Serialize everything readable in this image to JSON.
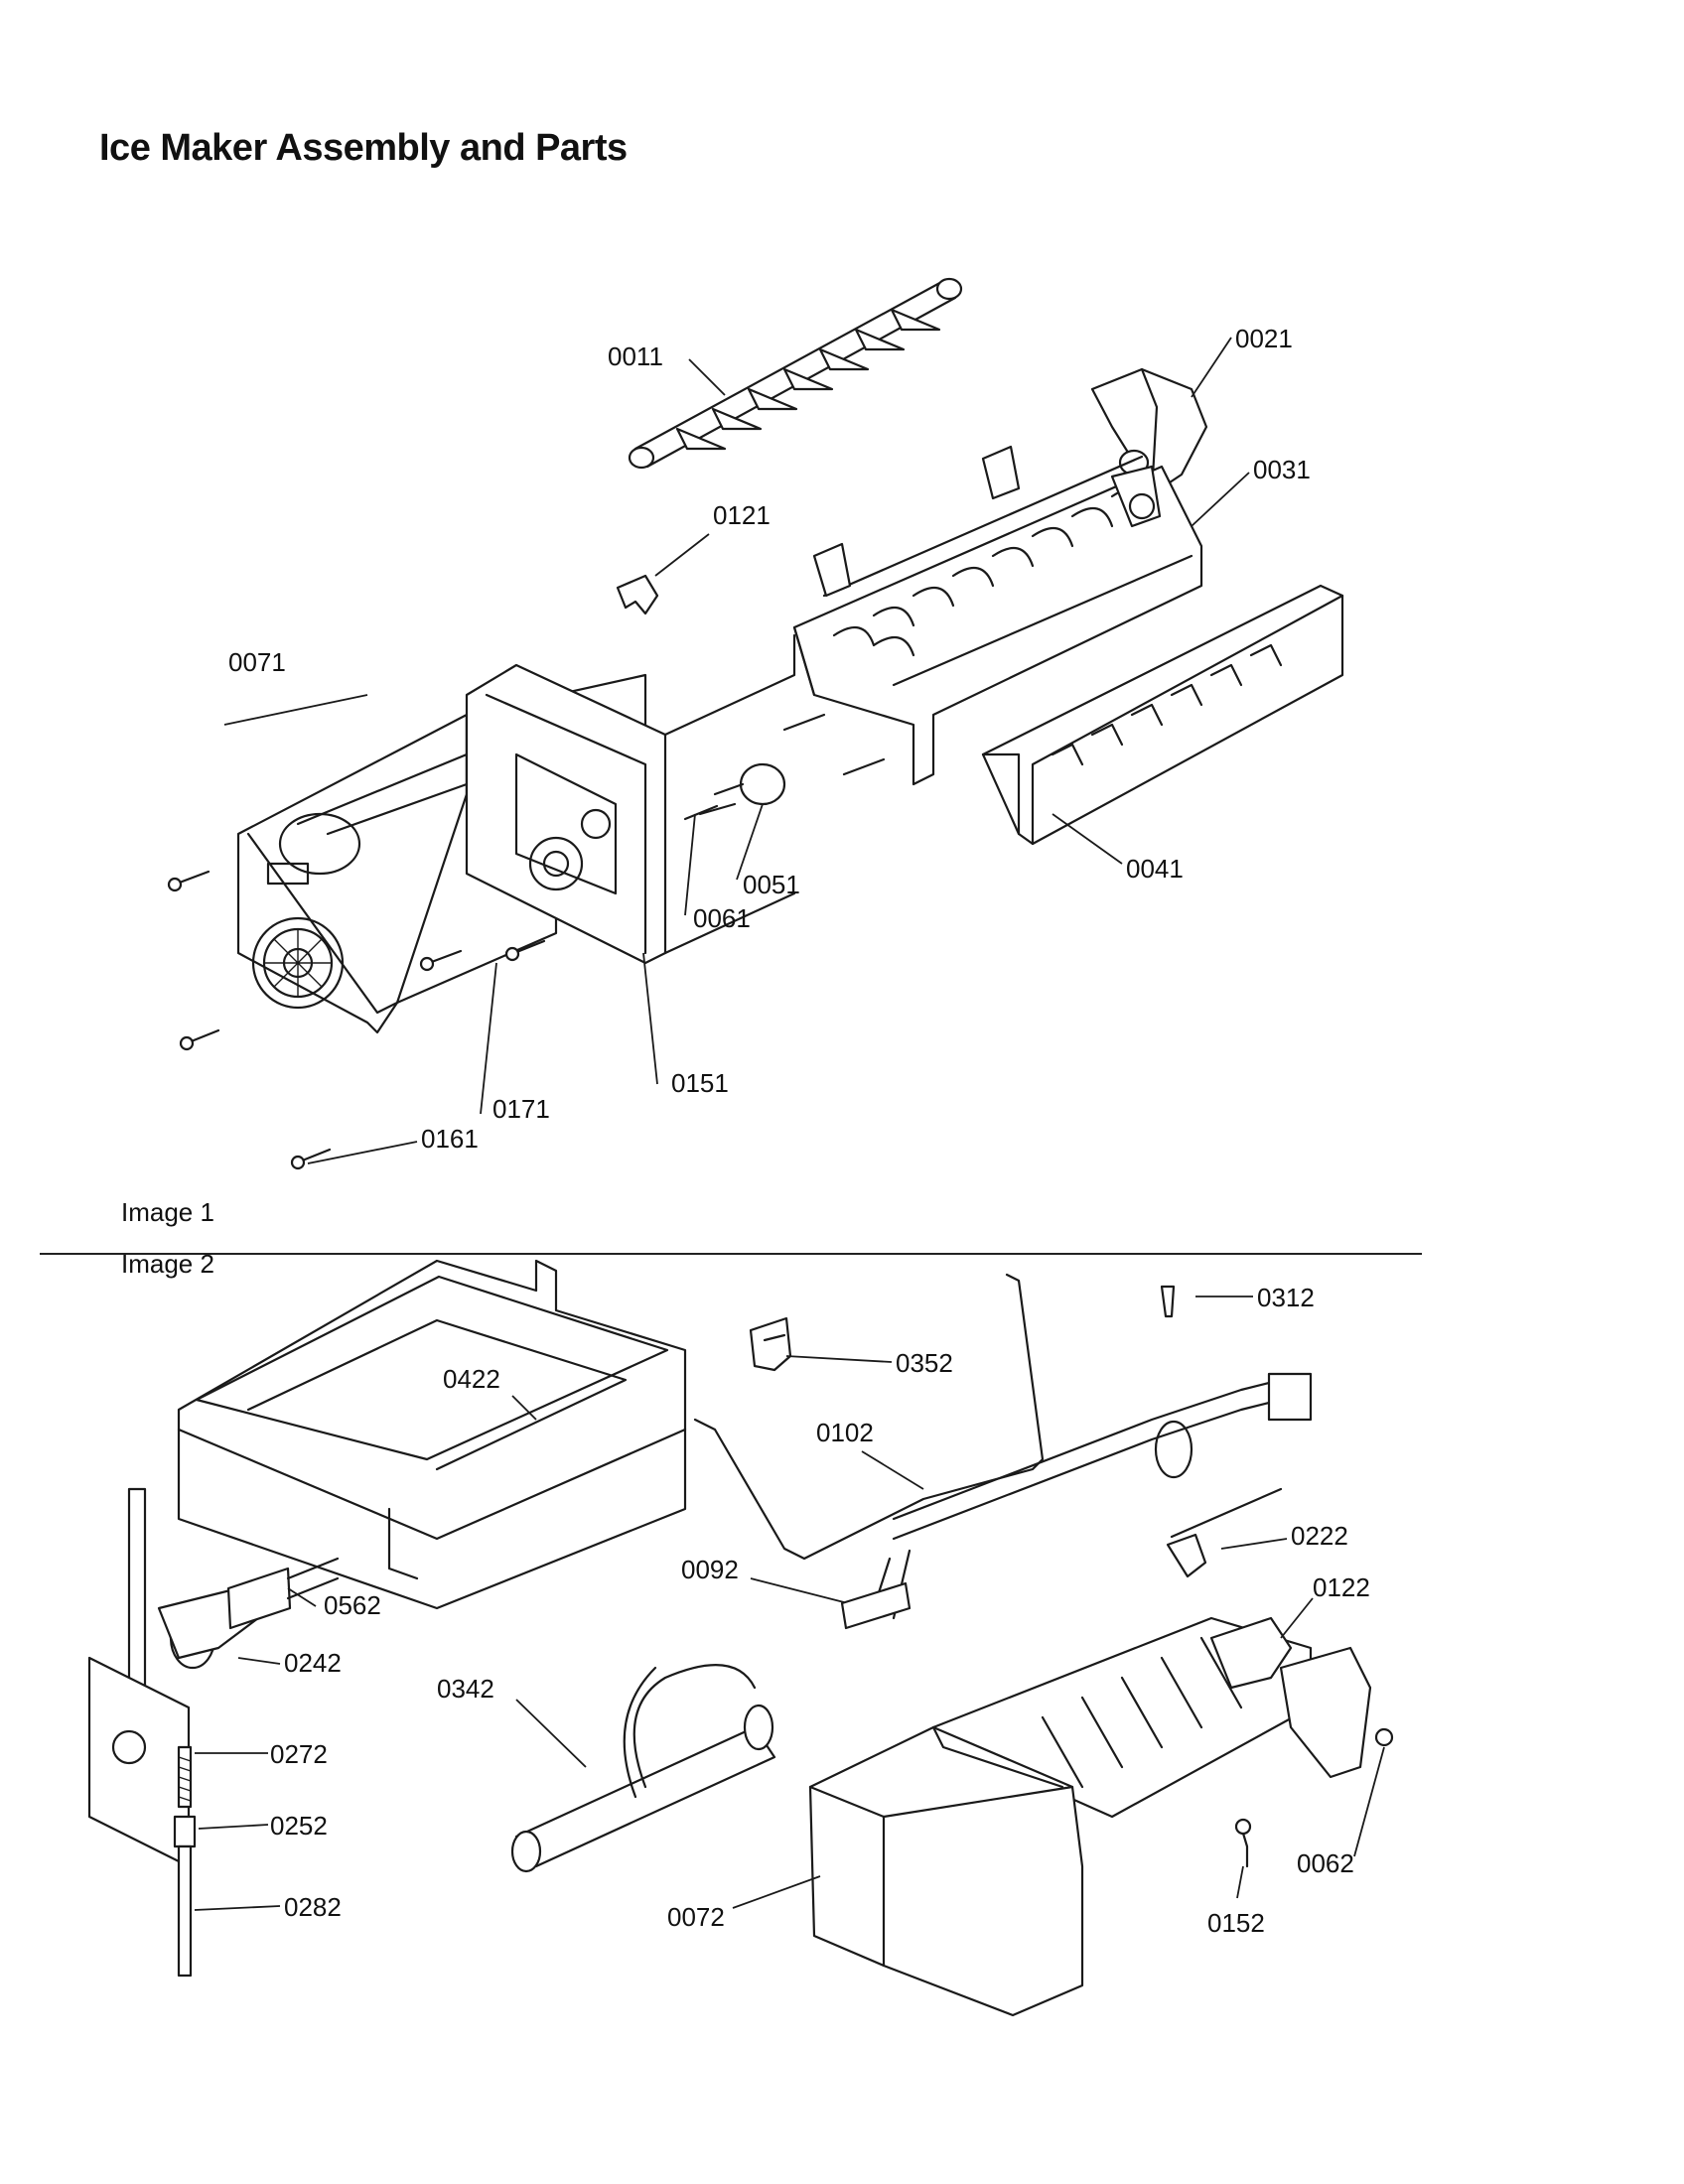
{
  "title": "Ice Maker Assembly and Parts",
  "sections": [
    {
      "label": "Image 1"
    },
    {
      "label": "Image 2"
    }
  ],
  "callouts": {
    "p0011": "0011",
    "p0021": "0021",
    "p0031": "0031",
    "p0121": "0121",
    "p0071": "0071",
    "p0051": "0051",
    "p0061": "0061",
    "p0041": "0041",
    "p0151": "0151",
    "p0171": "0171",
    "p0161": "0161",
    "p0312": "0312",
    "p0352": "0352",
    "p0422": "0422",
    "p0102": "0102",
    "p0222": "0222",
    "p0122": "0122",
    "p0092": "0092",
    "p0562": "0562",
    "p0242": "0242",
    "p0342": "0342",
    "p0272": "0272",
    "p0252": "0252",
    "p0282": "0282",
    "p0072": "0072",
    "p0152": "0152",
    "p0062": "0062"
  }
}
